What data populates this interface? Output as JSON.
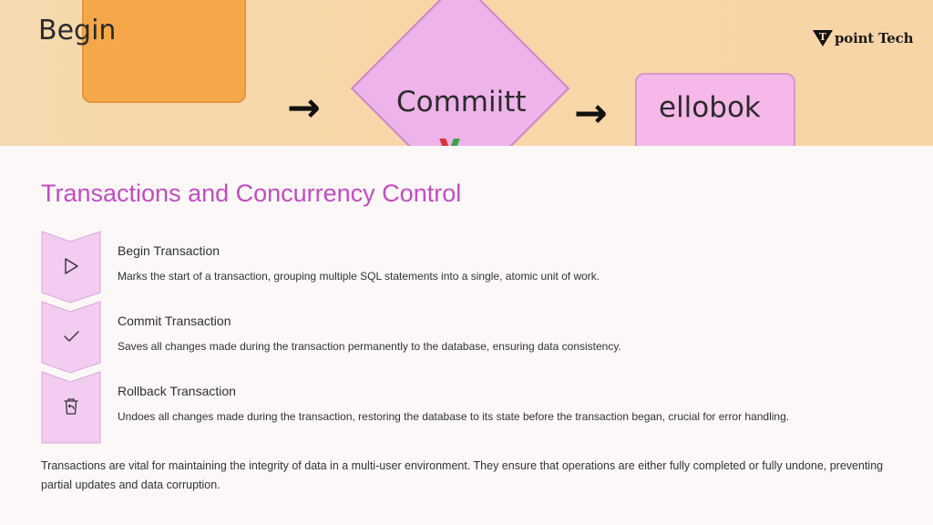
{
  "banner": {
    "begin_label": "Begin",
    "commit_label": "Commiitt",
    "rollback_label": "ellobok",
    "arrow_glyph": "→",
    "colors": {
      "begin_fill": "#f5a84a",
      "commit_fill": "#eeb3ea",
      "rollback_fill": "#f5b8e8",
      "background": "#f8d6a8"
    }
  },
  "logo": {
    "text": "point Tech",
    "mark_letter": "T"
  },
  "page_title": "Transactions and Concurrency Control",
  "steps": [
    {
      "icon": "play-icon",
      "title": "Begin Transaction",
      "description": "Marks the start of a transaction, grouping multiple SQL statements into a single, atomic unit of work."
    },
    {
      "icon": "check-icon",
      "title": "Commit Transaction",
      "description": "Saves all changes made during the transaction permanently to the database, ensuring data consistency."
    },
    {
      "icon": "trash-undo-icon",
      "title": "Rollback Transaction",
      "description": "Undoes all changes made during the transaction, restoring the database to its state before the transaction began, crucial for error handling."
    }
  ],
  "summary": "Transactions are vital for maintaining the integrity of data in a multi-user environment. They ensure that operations are either fully completed or fully undone, preventing partial updates and data corruption.",
  "colors": {
    "accent": "#c24bc4",
    "chevron_fill": "#f3ccf2",
    "chevron_stroke": "#d9a8d8"
  }
}
